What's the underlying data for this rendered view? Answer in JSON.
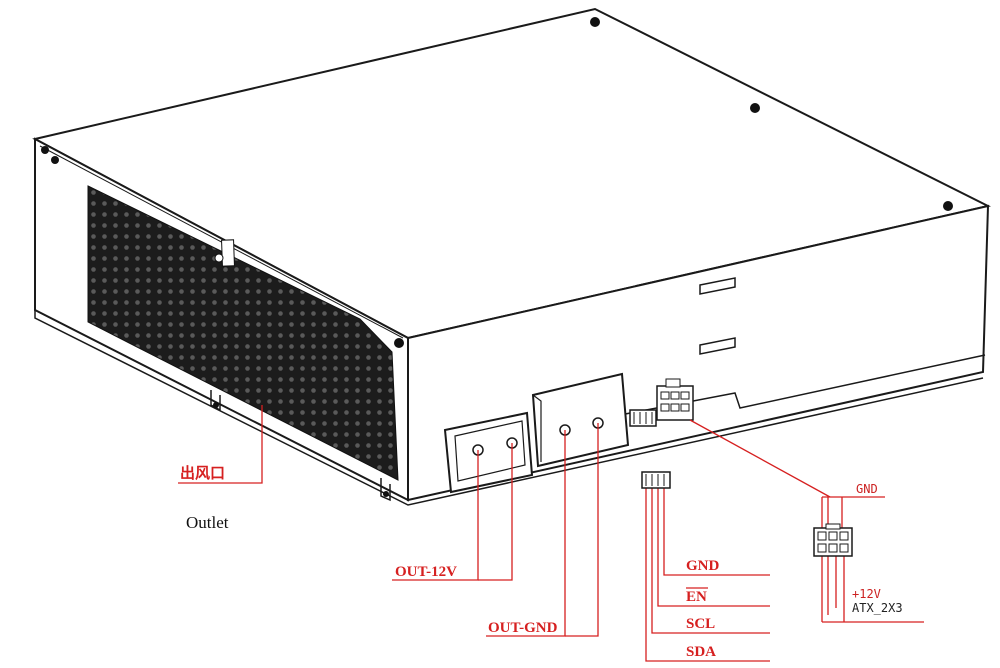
{
  "colors": {
    "line": "#1a1a1a",
    "callout": "#d62020",
    "background": "#ffffff",
    "vent": "#1c1c1c"
  },
  "labels": {
    "outlet_cn": "出风口",
    "outlet_en": "Outlet",
    "out_12v": "OUT-12V",
    "out_gnd": "OUT-GND",
    "gnd_pin": "GND",
    "en_pin": "EN",
    "scl_pin": "SCL",
    "sda_pin": "SDA",
    "atx_gnd": "GND",
    "atx_12v": "+12V",
    "atx_name": "ATX_2X3"
  }
}
